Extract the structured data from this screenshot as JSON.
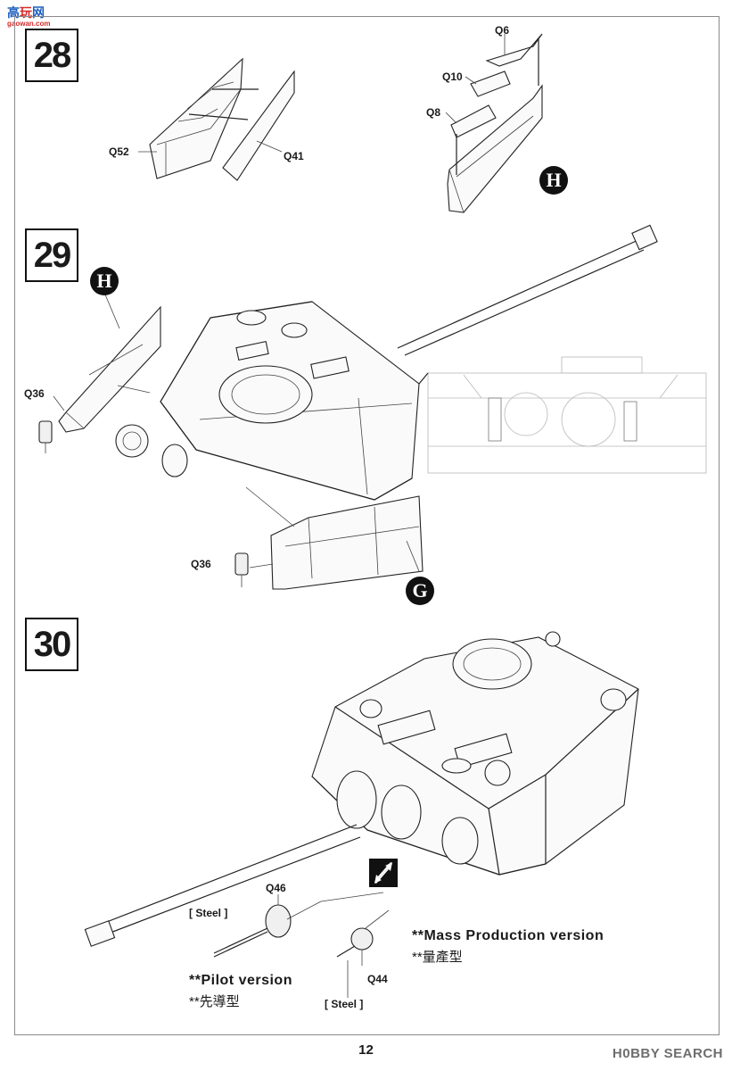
{
  "watermark_left": {
    "part1": "高",
    "part2": "玩",
    "part3": "网",
    "sub": "gaowan.com"
  },
  "watermark_right": "H0BBY SEARCH",
  "page_number": "12",
  "steps": {
    "s28": {
      "number": "28",
      "labels": {
        "q52": "Q52",
        "q41": "Q41",
        "q6": "Q6",
        "q10": "Q10",
        "q8": "Q8"
      },
      "badge": "H"
    },
    "s29": {
      "number": "29",
      "labels": {
        "q36a": "Q36",
        "q36b": "Q36"
      },
      "badge_top": "H",
      "badge_bottom": "G"
    },
    "s30": {
      "number": "30",
      "labels": {
        "q46": "Q46",
        "q44": "Q44"
      },
      "steel_label": "[ Steel ]",
      "notes": {
        "mass_en": "**Mass Production version",
        "mass_cn": "**量產型",
        "pilot_en": "**Pilot version",
        "pilot_cn": "**先導型"
      }
    }
  }
}
